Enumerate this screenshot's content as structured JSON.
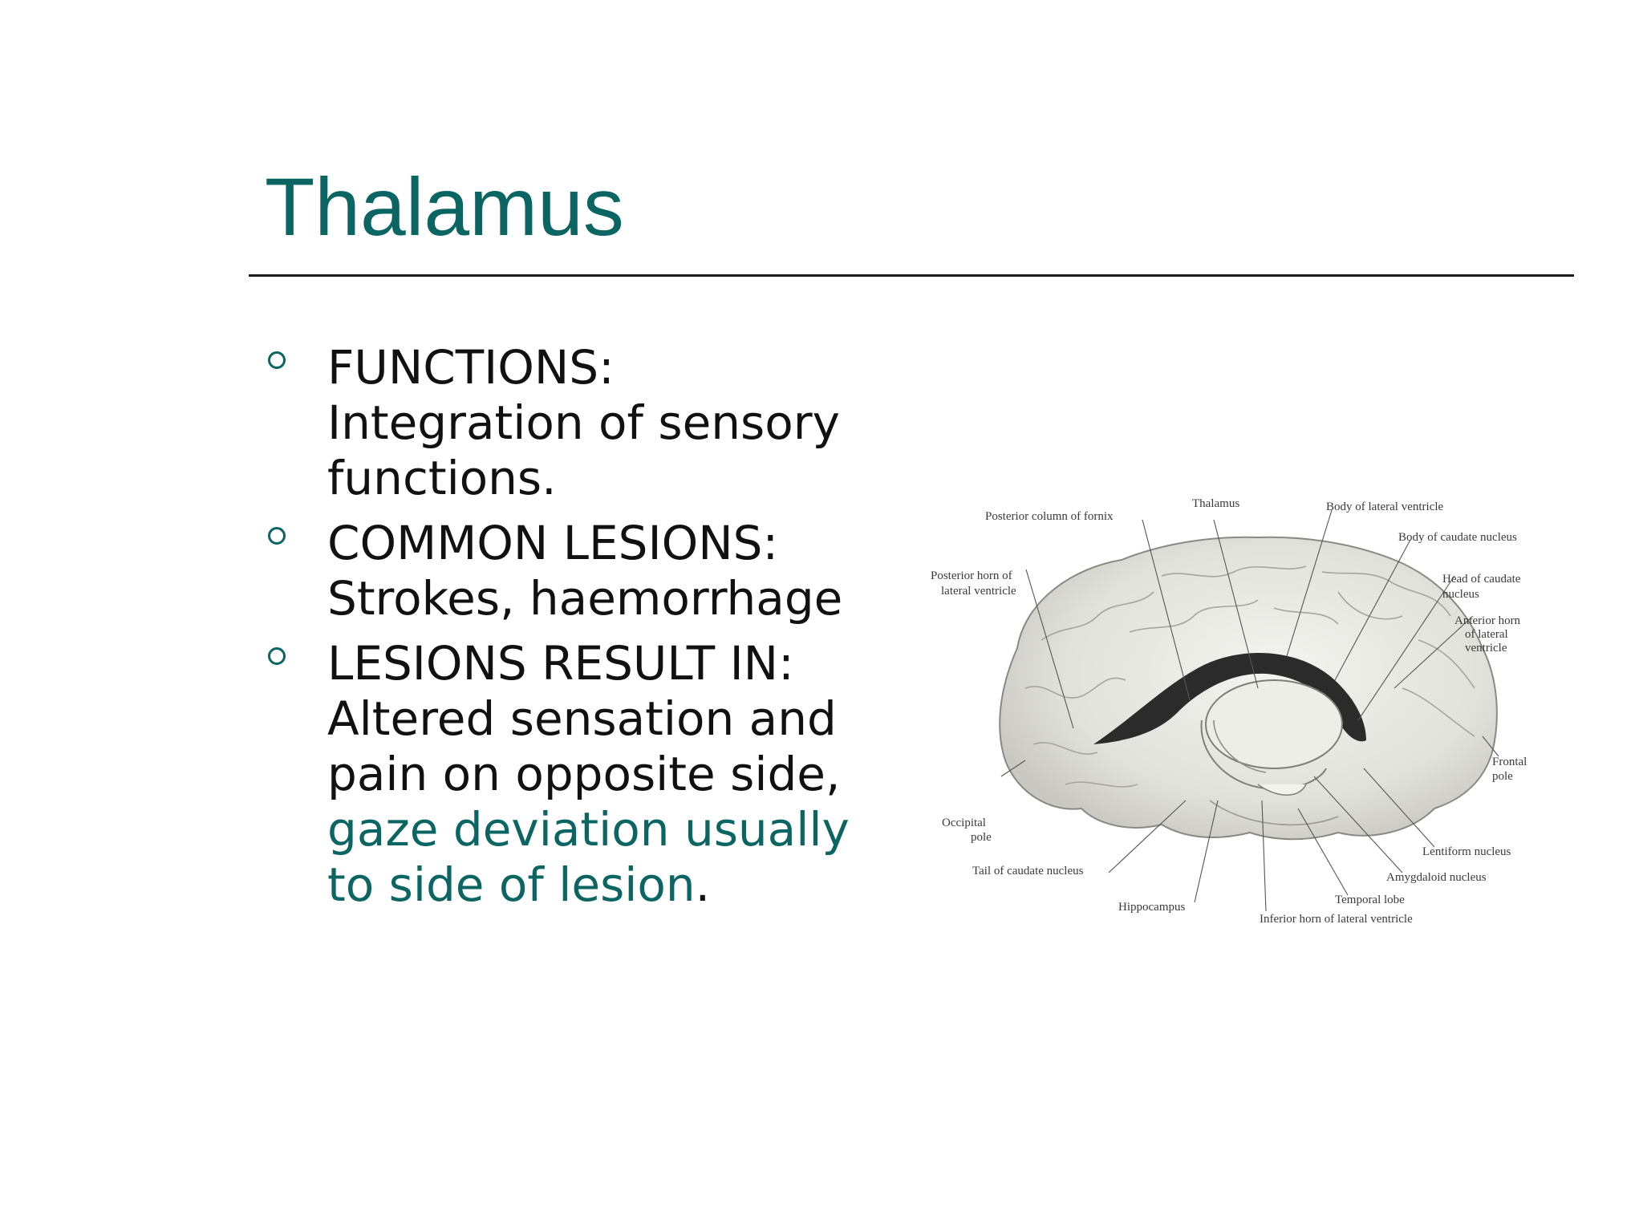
{
  "slide": {
    "title": "Thalamus",
    "bullets": [
      {
        "lines": [
          "FUNCTIONS:",
          "Integration of sensory",
          "functions."
        ]
      },
      {
        "lines": [
          "COMMON LESIONS:",
          "Strokes, haemorrhage"
        ]
      },
      {
        "lines": [
          "LESIONS RESULT IN:",
          "Altered sensation and",
          "pain on opposite side,"
        ],
        "accent_lines": [
          "gaze deviation usually"
        ],
        "last_accent": "to side of lesion",
        "last_suffix": "."
      }
    ]
  },
  "figure": {
    "labels": {
      "thalamus": "Thalamus",
      "posterior_column_fornix": "Posterior column of fornix",
      "body_lateral_ventricle": "Body of lateral ventricle",
      "body_caudate_nucleus": "Body of caudate nucleus",
      "posterior_horn_1": "Posterior horn of",
      "posterior_horn_2": "lateral ventricle",
      "head_caudate_1": "Head of caudate",
      "head_caudate_2": "nucleus",
      "anterior_horn_1": "Anterior horn",
      "anterior_horn_2": "of lateral",
      "anterior_horn_3": "ventricle",
      "frontal_pole_1": "Frontal",
      "frontal_pole_2": "pole",
      "occipital_pole_1": "Occipital",
      "occipital_pole_2": "pole",
      "lentiform_nucleus": "Lentiform nucleus",
      "amygdaloid_nucleus": "Amygdaloid nucleus",
      "tail_caudate_nucleus": "Tail of caudate nucleus",
      "temporal_lobe": "Temporal lobe",
      "hippocampus": "Hippocampus",
      "inferior_horn": "Inferior horn of lateral ventricle"
    }
  },
  "colors": {
    "accent": "#0b6563",
    "text": "#111111",
    "rule": "#1a1a1a"
  }
}
